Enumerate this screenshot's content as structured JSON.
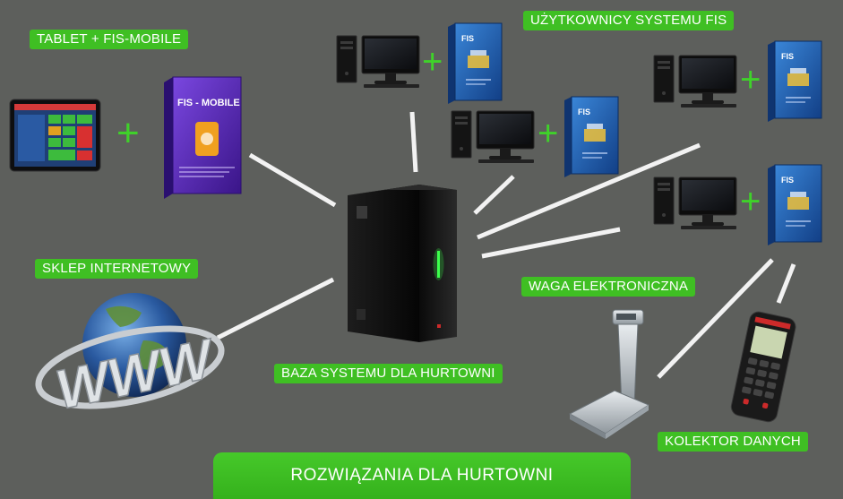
{
  "labels": {
    "tablet": "TABLET + FIS-MOBILE",
    "users": "UŻYTKOWNICY SYSTEMU FIS",
    "shop": "SKLEP INTERNETOWY",
    "scale": "WAGA ELEKTRONICZNA",
    "database": "BAZA SYSTEMU DLA HURTOWNI",
    "collector": "KOLEKTOR DANYCH",
    "footer": "ROZWIĄZANIA DLA HURTOWNI"
  },
  "box_texts": {
    "fis": "FIS",
    "fis_mobile": "FIS - MOBILE",
    "www": "WWW"
  },
  "colors": {
    "background": "#5d5f5c",
    "label_green": "#3fbf23",
    "box_blue": "#1d5fb0",
    "box_purple": "#5a2bb8",
    "server_led": "#3cff4c"
  },
  "icons": [
    "tablet-icon",
    "software-box-icon",
    "desktop-computer-icon",
    "server-icon",
    "globe-icon",
    "scale-icon",
    "barcode-scanner-icon"
  ]
}
